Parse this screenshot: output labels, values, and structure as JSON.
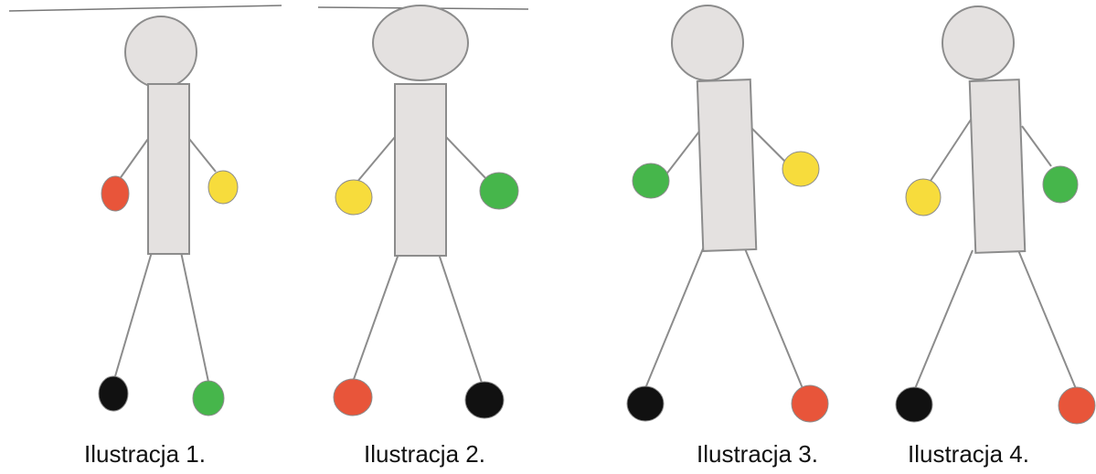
{
  "colors": {
    "red": "#e8553a",
    "yellow": "#f7dc3c",
    "green": "#46b64b",
    "black": "#111111",
    "body_fill": "#e4e1e0",
    "outline": "#8c8c8c"
  },
  "figures": [
    {
      "caption": "Ilustracja 1.",
      "left_hand": "red",
      "right_hand": "yellow",
      "left_foot": "black",
      "right_foot": "green"
    },
    {
      "caption": "Ilustracja 2.",
      "left_hand": "yellow",
      "right_hand": "green",
      "left_foot": "red",
      "right_foot": "black"
    },
    {
      "caption": "Ilustracja 3.",
      "left_hand": "green",
      "right_hand": "yellow",
      "left_foot": "black",
      "right_foot": "red"
    },
    {
      "caption": "Ilustracja 4.",
      "left_hand": "yellow",
      "right_hand": "green",
      "left_foot": "black",
      "right_foot": "red"
    }
  ]
}
